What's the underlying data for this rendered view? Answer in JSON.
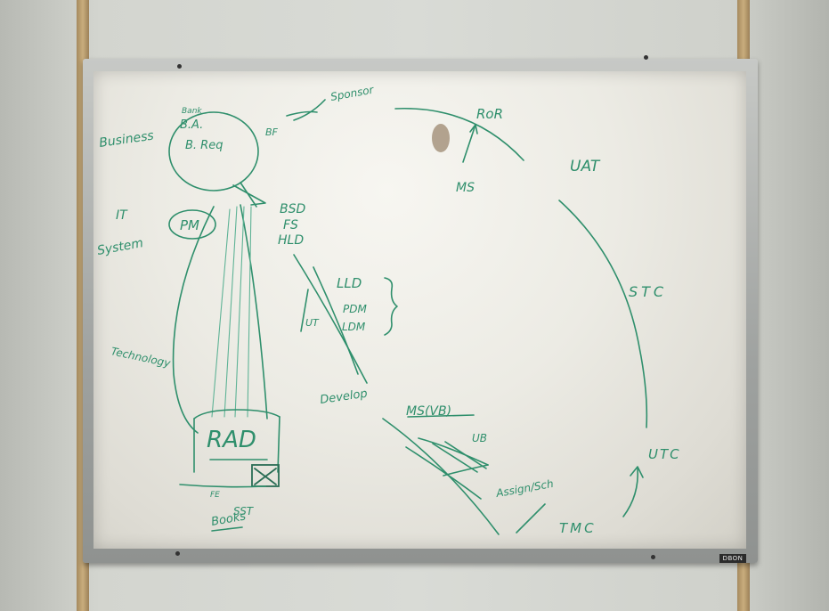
{
  "whiteboard": {
    "brand": "DBON",
    "ink_color": "#2f8f6c",
    "labels": {
      "business": "Business",
      "bank": "Bank",
      "ba": "B.A.",
      "b_req": "B. Req",
      "bf": "BF",
      "sponsor": "Sponsor",
      "ror": "RoR",
      "ms_top": "MS",
      "uat": "UAT",
      "it": "IT",
      "system": "System",
      "pm": "PM",
      "bsd": "BSD",
      "fs": "FS",
      "hld": "HLD",
      "lld": "LLD",
      "pdm": "PDM",
      "ldm": "LDM",
      "ut": "UT",
      "technology": "Technology",
      "develop": "Develop",
      "ms_vb": "MS(VB)",
      "ub": "UB",
      "rad": "RAD",
      "fe": "FE",
      "books": "Books",
      "sst": "SST",
      "stc": "STC",
      "utc": "UTC",
      "assign": "Assign/Sch",
      "tmc": "TMC"
    }
  }
}
